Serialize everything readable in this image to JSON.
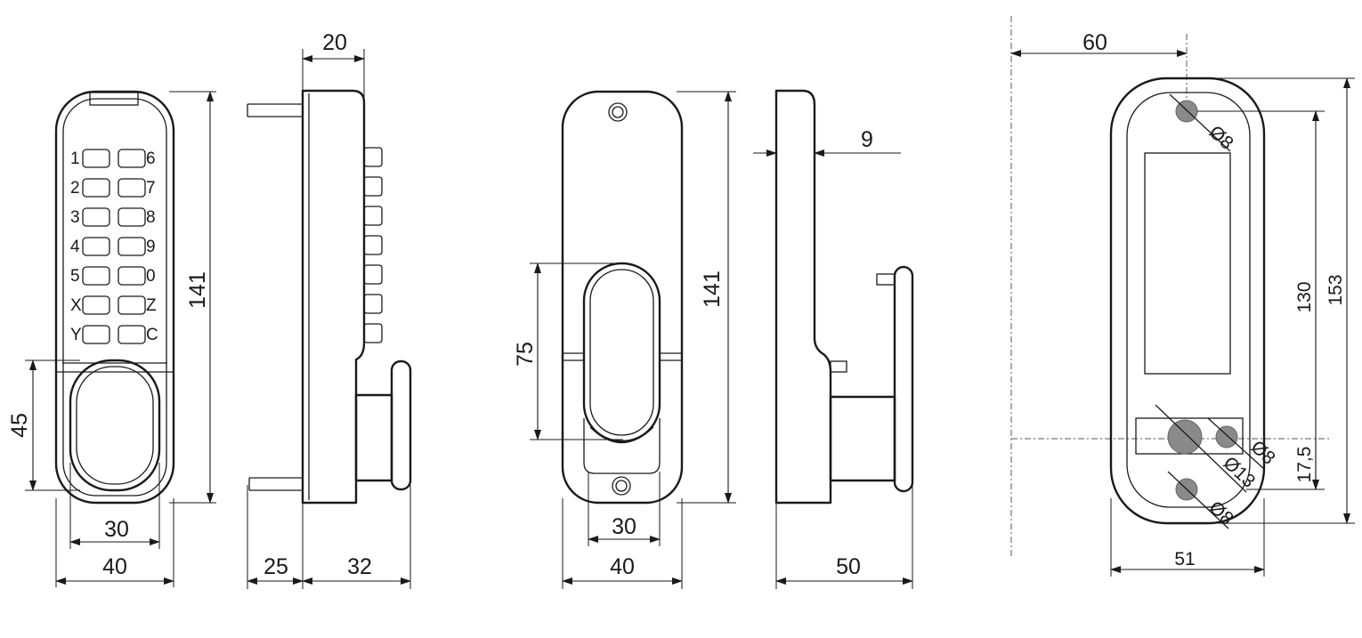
{
  "keypad": {
    "left_keys": [
      "1",
      "2",
      "3",
      "4",
      "5",
      "X",
      "Y"
    ],
    "right_keys": [
      "6",
      "7",
      "8",
      "9",
      "0",
      "Z",
      "C"
    ]
  },
  "dimensions": {
    "front_height": "141",
    "front_handle_height": "45",
    "front_handle_width": "30",
    "front_width": "40",
    "side_depth_top": "20",
    "side_spindle": "25",
    "side_depth": "32",
    "back_height": "141",
    "back_slot_height": "75",
    "back_slot_width": "30",
    "back_width": "40",
    "profile_thickness": "9",
    "profile_depth": "50",
    "template_offset": "60",
    "template_hole_top": "Ø8",
    "template_hole_center": "Ø13",
    "template_hole_side": "Ø8",
    "template_hole_bottom": "Ø8",
    "template_hole_spacing": "130",
    "template_total_height": "153",
    "template_bottom_offset": "17,5",
    "template_width": "51"
  }
}
